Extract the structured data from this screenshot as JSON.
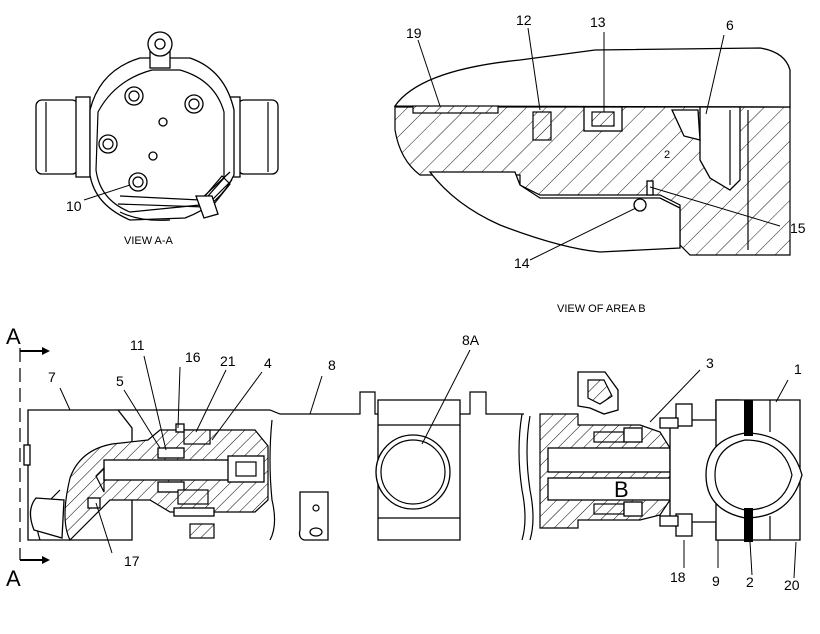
{
  "view_a_caption": "VIEW A-A",
  "view_area_caption": "VIEW OF AREA  B",
  "section_letter": "A",
  "area_letter": "B",
  "callouts": {
    "c1": "1",
    "c2": "2",
    "c3": "3",
    "c4": "4",
    "c5": "5",
    "c6": "6",
    "c7": "7",
    "c8": "8",
    "c8a": "8A",
    "c9": "9",
    "c10": "10",
    "c11": "11",
    "c12": "12",
    "c13": "13",
    "c14": "14",
    "c15": "15",
    "c16": "16",
    "c17": "17",
    "c18": "18",
    "c19": "19",
    "c20": "20",
    "c21": "21"
  }
}
